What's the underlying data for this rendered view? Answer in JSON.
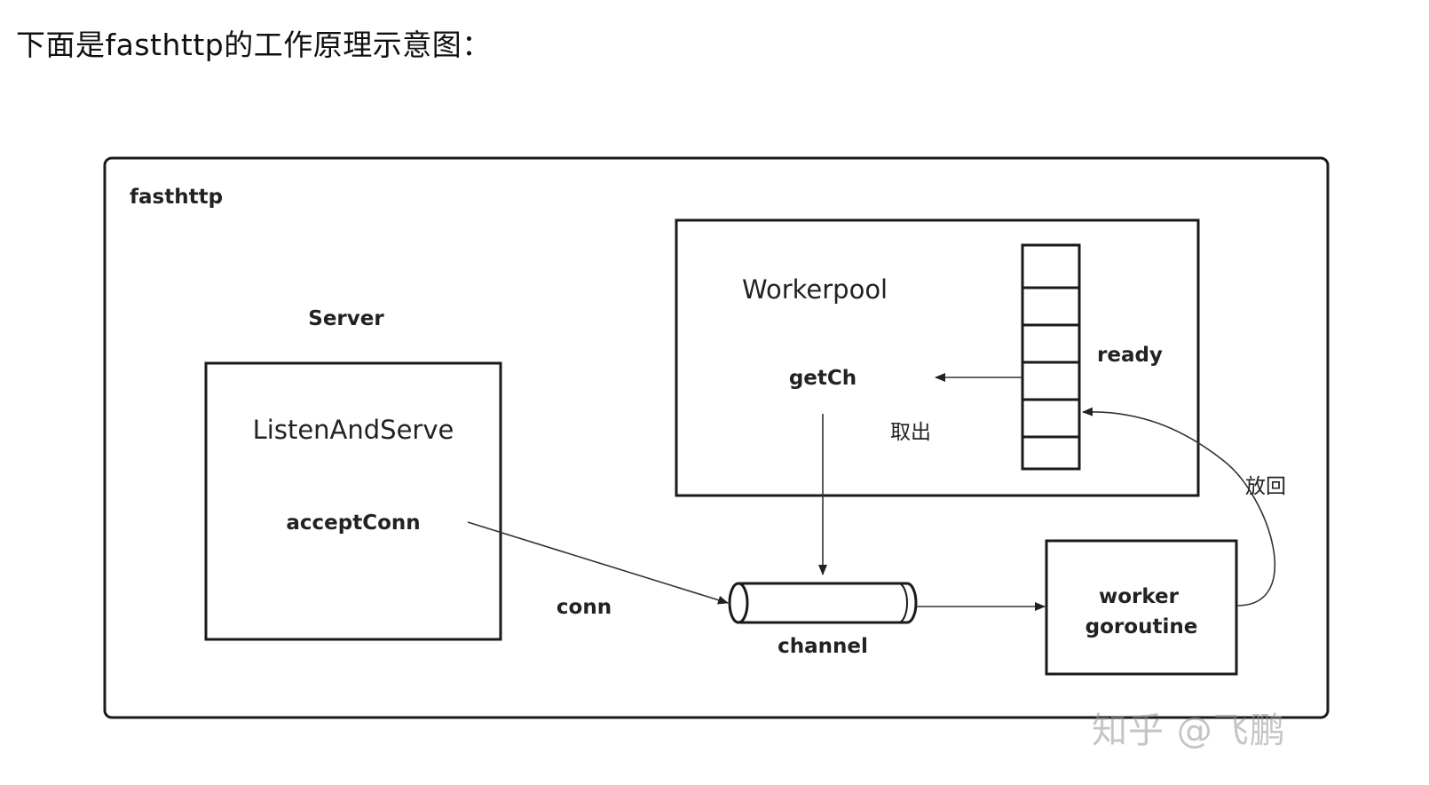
{
  "heading": "下面是fasthttp的工作原理示意图：",
  "diagram": {
    "outer_label": "fasthttp",
    "server": {
      "caption": "Server",
      "title": "ListenAndServe",
      "method": "acceptConn"
    },
    "workerpool": {
      "title": "Workerpool",
      "method": "getCh",
      "take_label": "取出",
      "ready_label": "ready"
    },
    "conn_label": "conn",
    "channel_label": "channel",
    "worker": {
      "line1": "worker",
      "line2": "goroutine"
    },
    "return_label": "放回"
  },
  "watermark": "知乎 @飞鹏"
}
